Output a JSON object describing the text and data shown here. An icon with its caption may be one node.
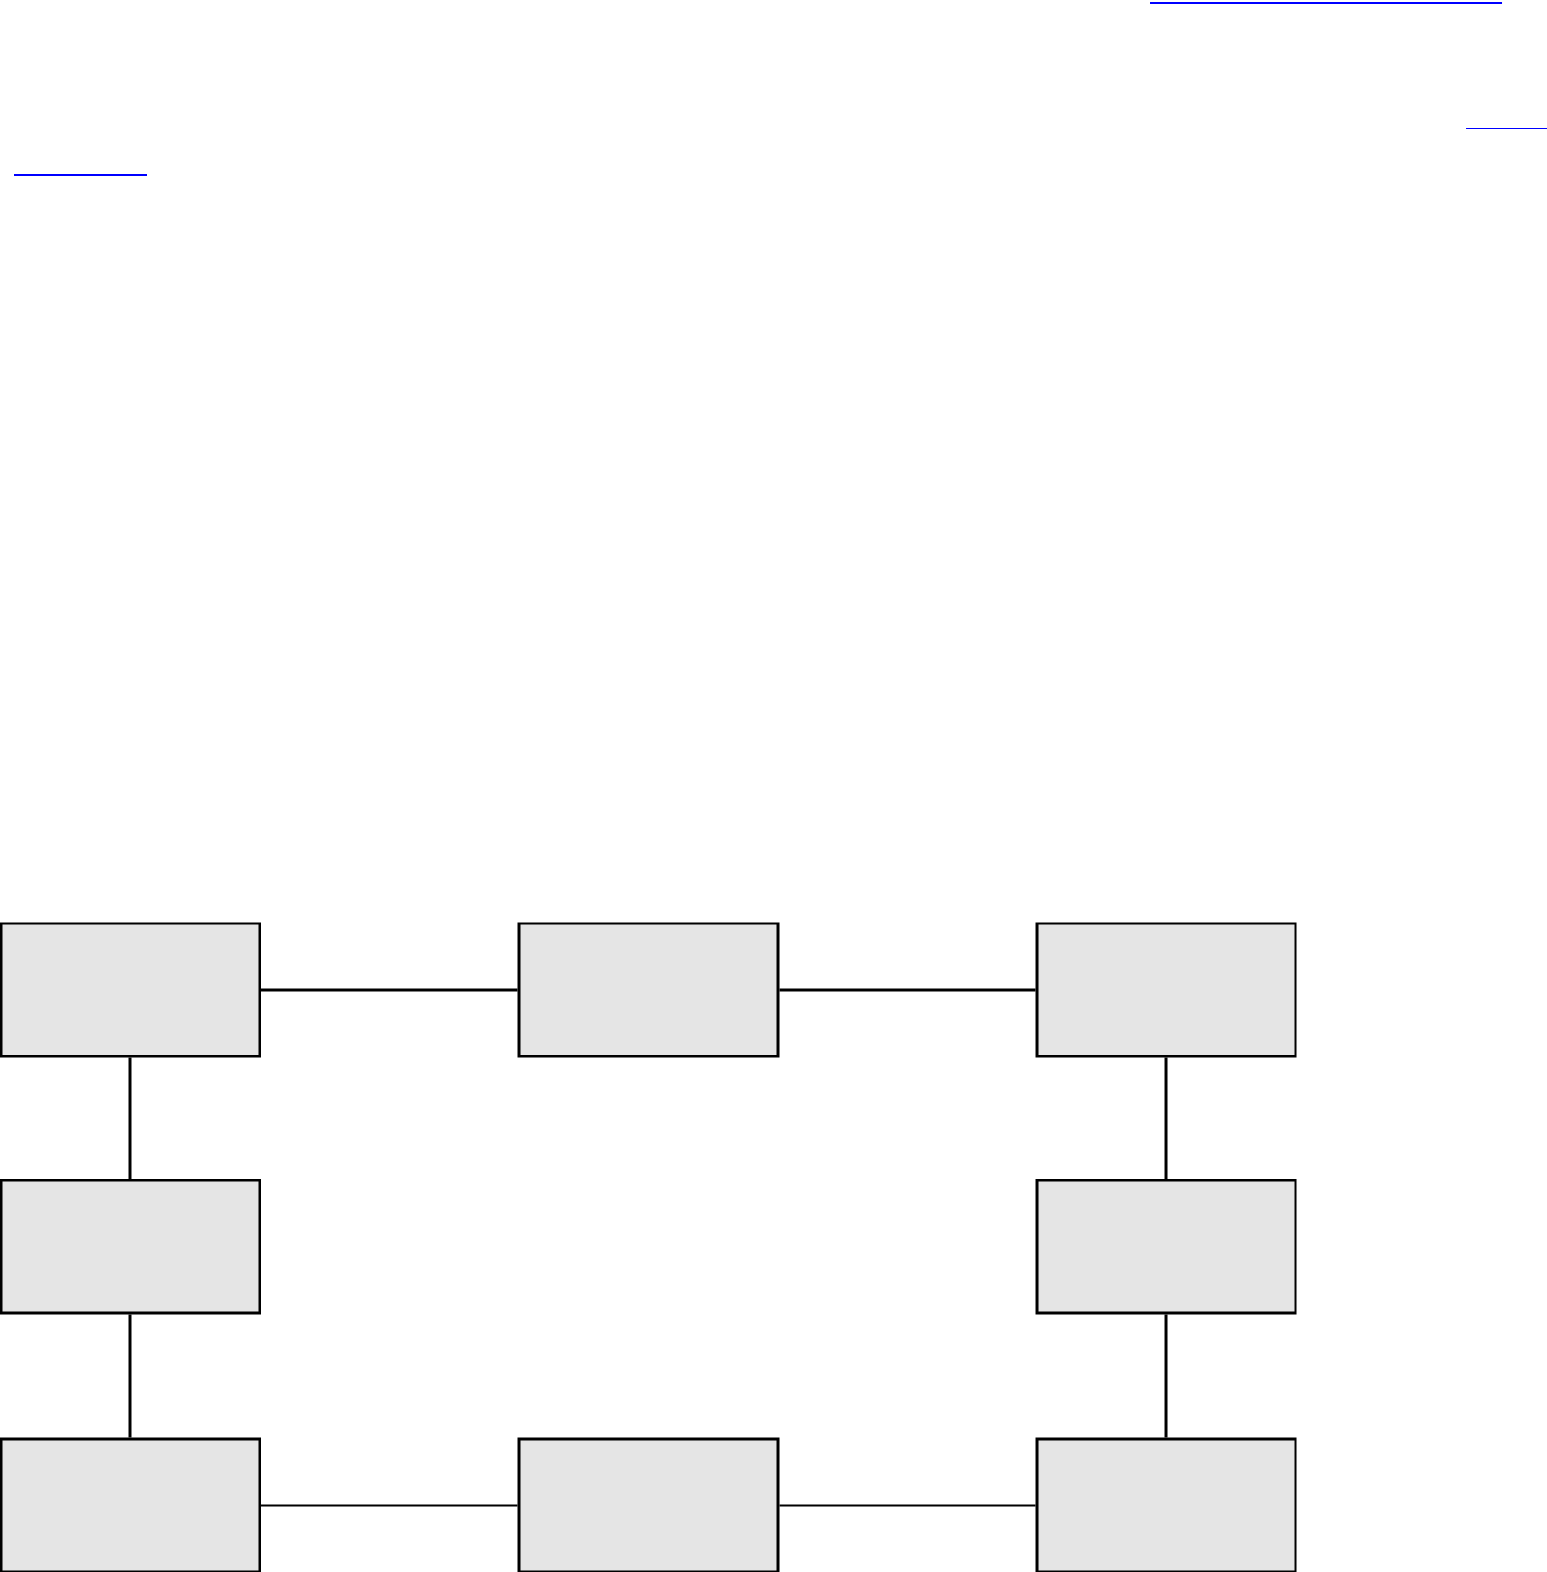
{
  "diagram": {
    "nodes": [
      {
        "text": [],
        "shape": "box"
      },
      {
        "text": [],
        "shape": "box"
      },
      {
        "text": [],
        "shape": "box"
      },
      {
        "text": [],
        "shape": "box"
      },
      {
        "text": [],
        "shape": "box"
      },
      {
        "text": [],
        "shape": "box"
      },
      {
        "text": [],
        "shape": "box"
      },
      {
        "text": [],
        "shape": "box"
      }
    ],
    "edges": [
      {
        "from": 0,
        "to": 1,
        "arrow": "none"
      },
      {
        "from": 1,
        "to": 2,
        "arrow": "none"
      },
      {
        "from": 0,
        "to": 3,
        "arrow": "none"
      },
      {
        "from": 2,
        "to": 4,
        "arrow": "none"
      },
      {
        "from": 3,
        "to": 5,
        "arrow": "none"
      },
      {
        "from": 4,
        "to": 7,
        "arrow": "none"
      },
      {
        "from": 5,
        "to": 6,
        "arrow": "none"
      },
      {
        "from": 6,
        "to": 7,
        "arrow": "none"
      }
    ]
  }
}
